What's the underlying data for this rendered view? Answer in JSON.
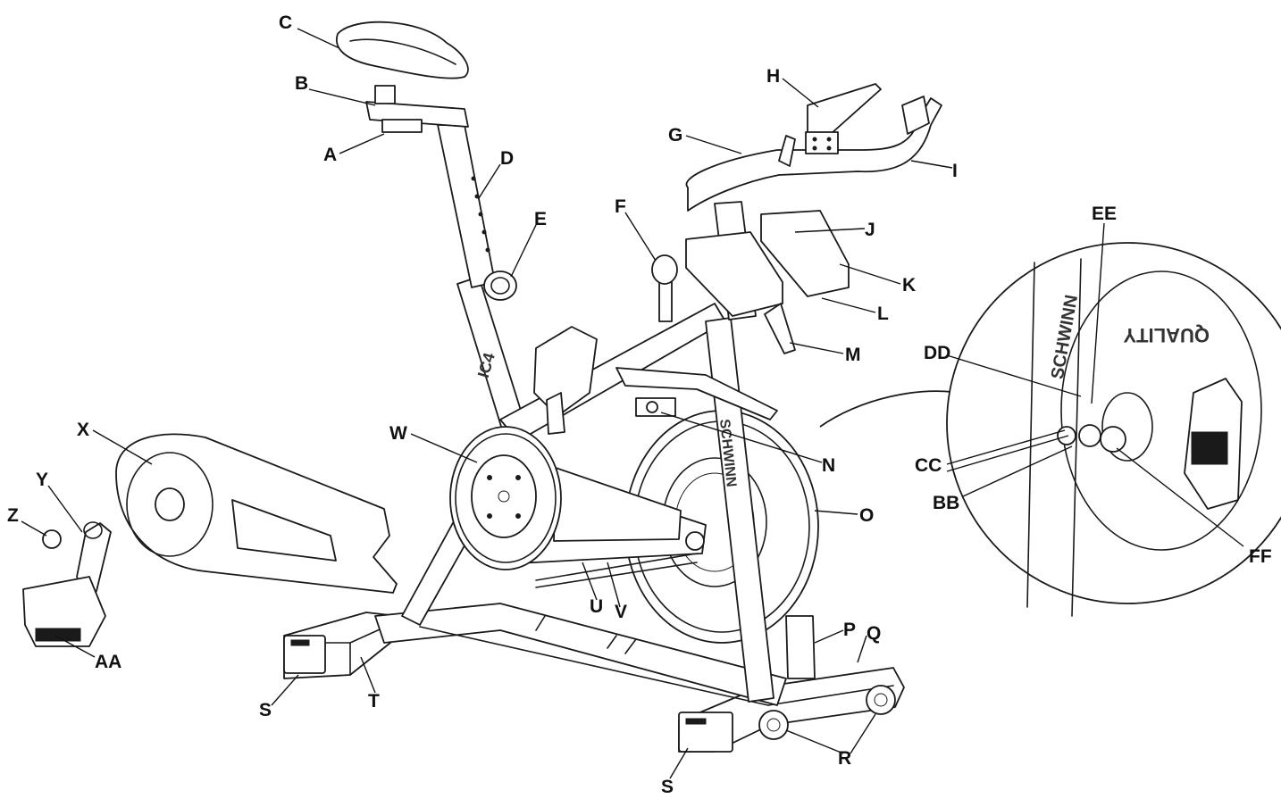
{
  "frame_brand": "SCHWINN",
  "model_mark": "IC4",
  "hub_text": "QUALITY",
  "labels": {
    "A": "A",
    "B": "B",
    "C": "C",
    "D": "D",
    "E": "E",
    "F": "F",
    "G": "G",
    "H": "H",
    "I": "I",
    "J": "J",
    "K": "K",
    "L": "L",
    "M": "M",
    "N": "N",
    "O": "O",
    "P": "P",
    "Q": "Q",
    "R": "R",
    "S1": "S",
    "S2": "S",
    "T": "T",
    "U": "U",
    "V": "V",
    "W": "W",
    "X": "X",
    "Y": "Y",
    "Z": "Z",
    "AA": "AA",
    "BB": "BB",
    "CC": "CC",
    "DD": "DD",
    "EE": "EE",
    "FF": "FF"
  },
  "colors": {
    "line": "#1a1a1a",
    "background": "#ffffff"
  }
}
